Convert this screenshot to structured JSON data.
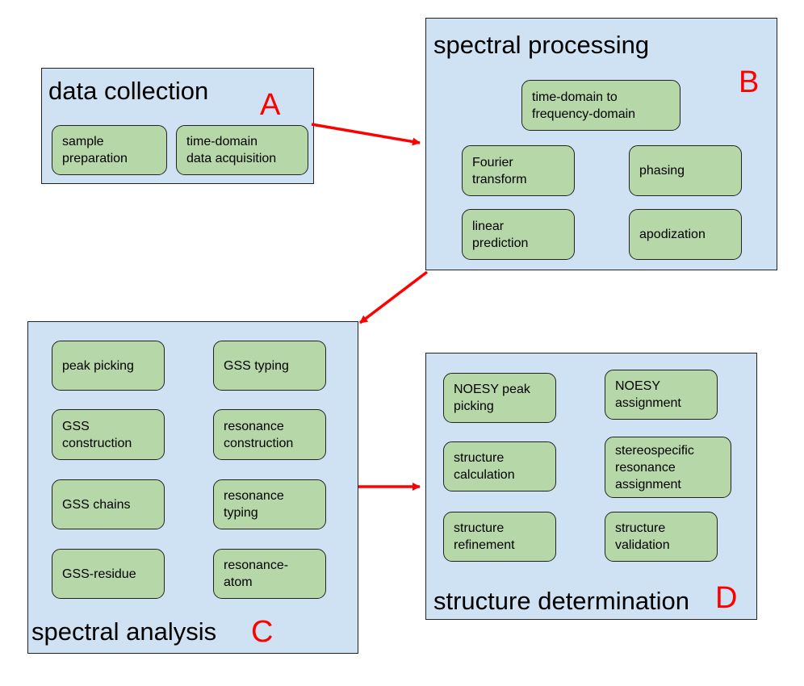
{
  "colors": {
    "panel_fill": "#cfe2f3",
    "step_fill": "#b6d7a8",
    "arrow": "#ff0000",
    "letter": "#ff0000"
  },
  "panels": {
    "A": {
      "title": "data collection",
      "letter": "A",
      "steps": [
        "sample\npreparation",
        "time-domain\ndata acquisition"
      ]
    },
    "B": {
      "title": "spectral processing",
      "letter": "B",
      "steps": [
        "time-domain to\nfrequency-domain",
        "Fourier\ntransform",
        "phasing",
        "linear\nprediction",
        "apodization"
      ]
    },
    "C": {
      "title": "spectral analysis",
      "letter": "C",
      "steps": [
        "peak picking",
        "GSS typing",
        "GSS\nconstruction",
        "resonance\nconstruction",
        "GSS chains",
        "resonance\ntyping",
        "GSS-residue",
        "resonance-\natom"
      ]
    },
    "D": {
      "title": "structure determination",
      "letter": "D",
      "steps": [
        "NOESY peak\npicking",
        "NOESY\nassignment",
        "structure\ncalculation",
        "stereospecific\nresonance\nassignment",
        "structure\nrefinement",
        "structure\nvalidation"
      ]
    }
  }
}
